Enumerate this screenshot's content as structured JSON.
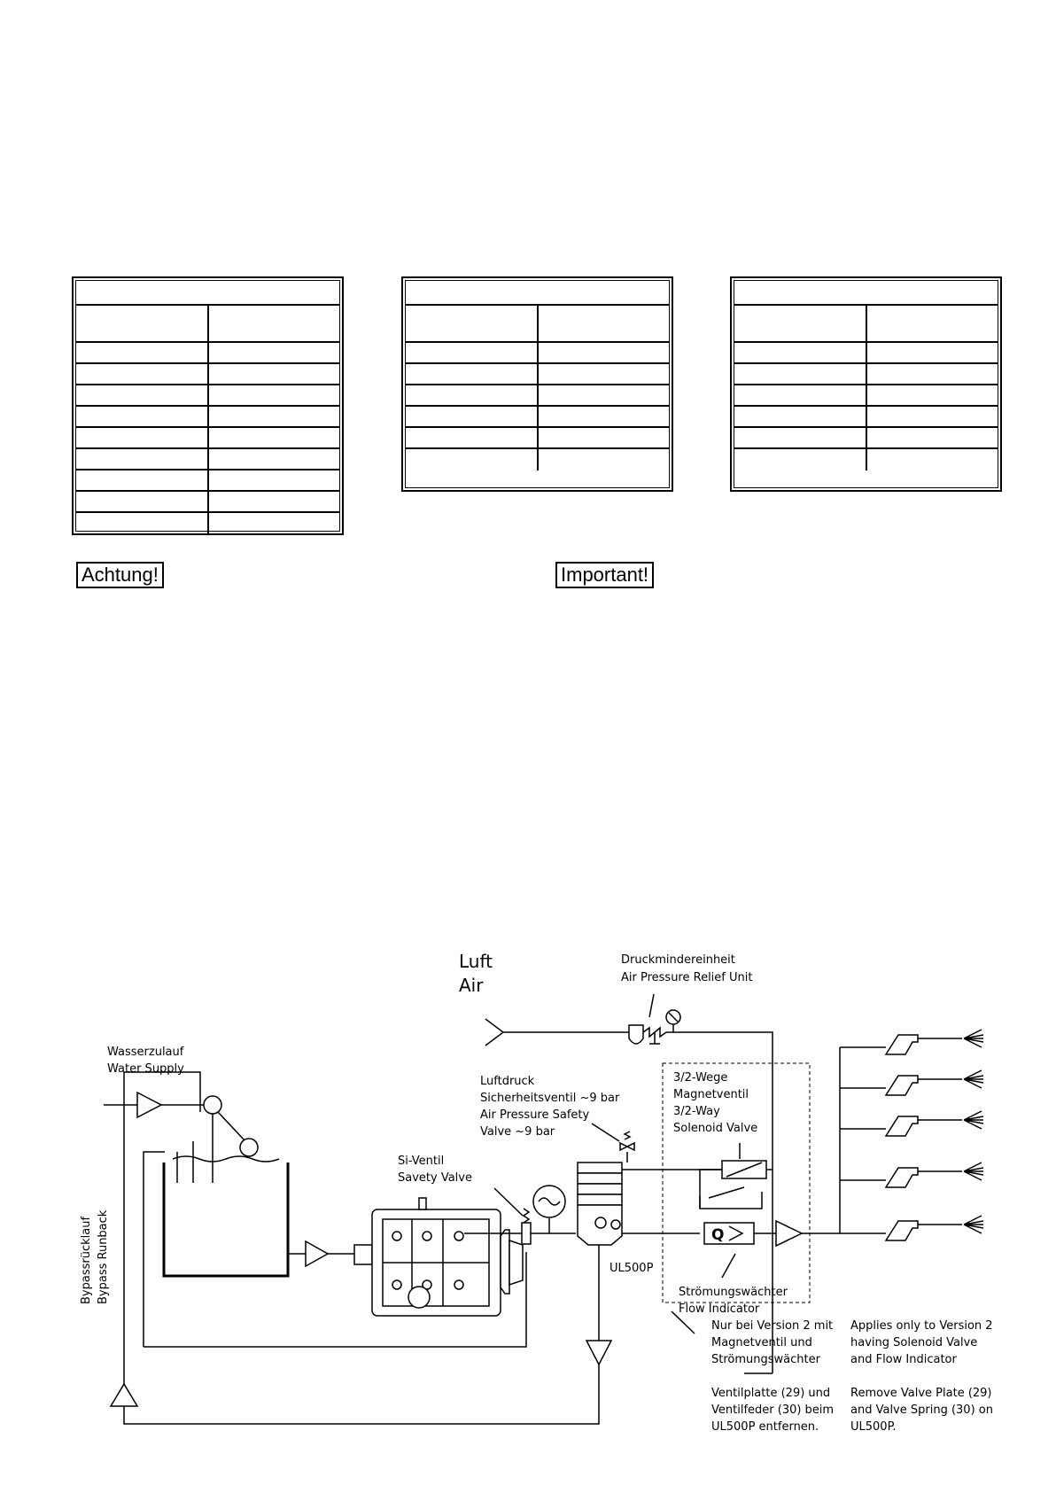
{
  "labels": {
    "warning_de": "Achtung!",
    "warning_en": "Important!"
  },
  "diagram": {
    "air_de": "Luft",
    "air_en": "Air",
    "pressure_unit_de": "Druckmindereinheit",
    "pressure_unit_en": "Air Pressure Relief Unit",
    "water_supply_de": "Wasserzulauf",
    "water_supply_en": "Water Supply",
    "safety_valve_air_1": "Luftdruck",
    "safety_valve_air_2": "Sicherheitsventil ~9 bar",
    "safety_valve_air_3": "Air Pressure Safety",
    "safety_valve_air_4": "Valve ~9 bar",
    "solenoid_1": "3/2-Wege",
    "solenoid_2": "Magnetventil",
    "solenoid_3": "3/2-Way",
    "solenoid_4": "Solenoid Valve",
    "si_valve_de": "Si-Ventil",
    "si_valve_en": "Savety Valve",
    "bypass_de": "Bypassrücklauf",
    "bypass_en": "Bypass Runback",
    "model": "UL500P",
    "flow_de": "Strömungswächter",
    "flow_en": "Flow Indicator",
    "flow_symbol": "Q",
    "note_de_1": "Nur bei Version 2 mit",
    "note_de_2": "Magnetventil und",
    "note_de_3": "Strömungswächter",
    "note_de_4": "Ventilplatte (29) und",
    "note_de_5": "Ventilfeder (30) beim",
    "note_de_6": "UL500P entfernen.",
    "note_en_1": "Applies only to Version 2",
    "note_en_2": "having Solenoid Valve",
    "note_en_3": "and Flow Indicator",
    "note_en_4": "Remove Valve Plate (29)",
    "note_en_5": "and Valve Spring (30) on",
    "note_en_6": "UL500P."
  }
}
